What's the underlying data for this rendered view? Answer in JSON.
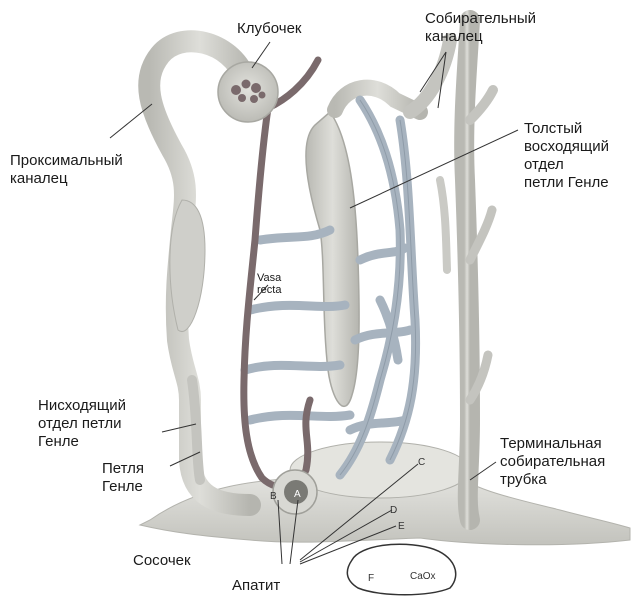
{
  "labels": {
    "glomerulus": "Клубочек",
    "collecting_duct": [
      "Собирательный",
      "каналец"
    ],
    "proximal_tubule": [
      "Проксимальный",
      "каналец"
    ],
    "thick_ascending": [
      "Толстый",
      "восходящий",
      "отдел",
      "петли Генле"
    ],
    "vasa_recta": [
      "Vasa",
      "recta"
    ],
    "thin_descending": [
      "Нисходящий",
      "отдел петли",
      "Генле"
    ],
    "loop_of_henle": [
      "Петля",
      "Генле"
    ],
    "terminal_duct": [
      "Терминальная",
      "собирательная",
      "трубка"
    ],
    "papilla": "Сосочек",
    "apatite": "Апатит",
    "caox": "CaOx",
    "letters": {
      "a": "A",
      "b": "B",
      "c": "C",
      "d": "D",
      "e": "E",
      "f": "F"
    }
  },
  "colors": {
    "tubule": "#c9c9c4",
    "tubule_edge": "#a9a9a3",
    "vessel_blue": "#a7b3bf",
    "vessel_edge": "#7f8c99",
    "vasa_recta": "#7a6a6c",
    "leader": "#333333"
  }
}
